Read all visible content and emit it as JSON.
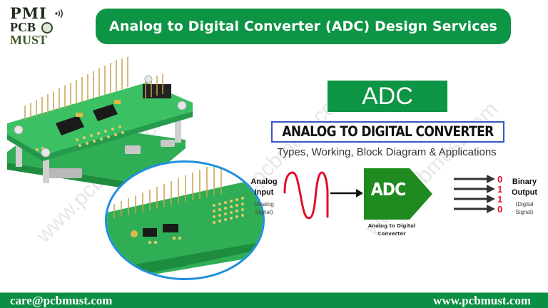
{
  "logo": {
    "line1": "PMI",
    "line2": "PCB",
    "line3": "MUST"
  },
  "header": {
    "title": "Analog to Digital Converter (ADC) Design Services"
  },
  "watermark": "www.pcbmust.com",
  "diagram": {
    "badge": "ADC",
    "subtitle": "ANALOG TO DIGITAL CONVERTER",
    "tagline": "Types, Working, Block Diagram & Applications",
    "input": {
      "title_line1": "Analog",
      "title_line2": "Input",
      "note_line1": "(Analog",
      "note_line2": "Signal)"
    },
    "block": {
      "label": "ADC",
      "caption_line1": "Analog to Digital",
      "caption_line2": "Converter"
    },
    "bits": [
      "0",
      "1",
      "1",
      "0"
    ],
    "output": {
      "title_line1": "Binary",
      "title_line2": "Output",
      "note_line1": "(Digital",
      "note_line2": "Signal)"
    },
    "colors": {
      "brand_green": "#0e9445",
      "block_green": "#1f8a1f",
      "wave_red": "#e0102a",
      "bit_red": "#e0102a",
      "box_border_blue": "#3a55c6",
      "circle_blue": "#1e8fdf"
    }
  },
  "footer": {
    "email": "care@pcbmust.com",
    "website": "www.pcbmust.com"
  }
}
